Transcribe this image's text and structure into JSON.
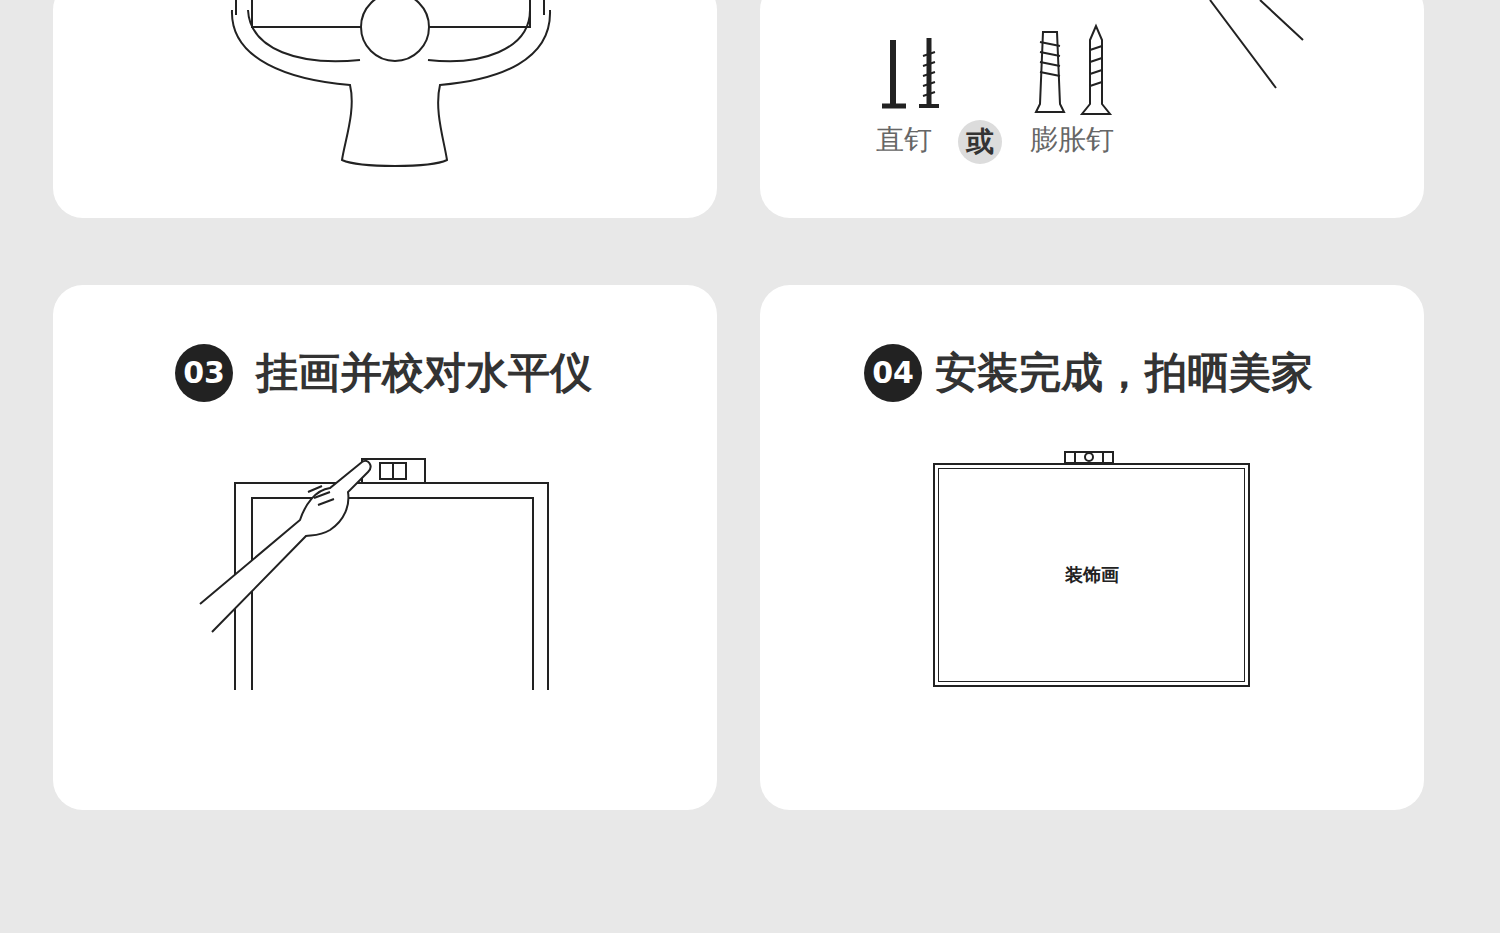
{
  "diagram": {
    "nodes": [
      {
        "text": [
          "直钉",
          "膨胀钉"
        ]
      },
      {
        "text": [
          "或"
        ],
        "in": 0
      },
      {
        "text": [
          "挂画并校对水平仪"
        ]
      },
      {
        "text": [
          "03"
        ],
        "in": 2
      },
      {
        "text": [
          "安装完成，拍晒美家"
        ]
      },
      {
        "text": [
          "04"
        ],
        "in": 4
      },
      {
        "text": [
          "装饰画"
        ],
        "in": 4
      }
    ]
  }
}
